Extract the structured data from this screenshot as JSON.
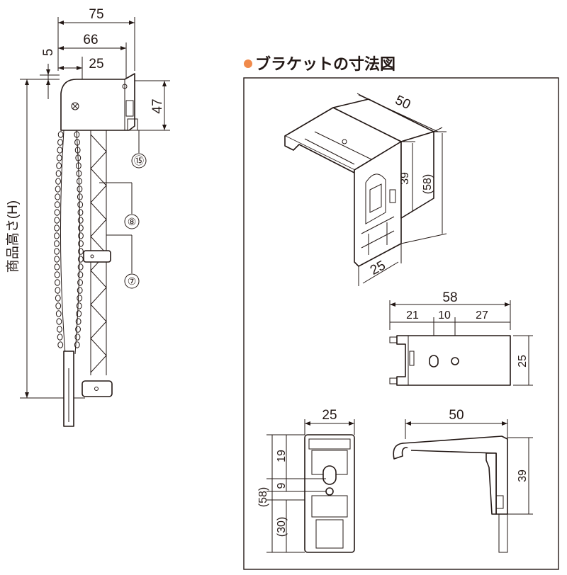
{
  "section_title": "ブラケットの寸法図",
  "accent_color": "#f08a4b",
  "left_view": {
    "dims": {
      "width_75": "75",
      "width_66": "66",
      "width_25": "25",
      "offset_5": "5",
      "height_47": "47",
      "height_label": "商品高さ(H)"
    },
    "callouts": [
      "⑮",
      "⑧",
      "⑦"
    ]
  },
  "bracket_iso": {
    "d50": "50",
    "d39": "39",
    "d58": "(58)",
    "d25": "25"
  },
  "bracket_top": {
    "d58": "58",
    "d21": "21",
    "d10": "10",
    "d27": "27",
    "d25": "25"
  },
  "bracket_front": {
    "d25": "25",
    "d19": "19",
    "d9": "9",
    "d58": "(58)",
    "d30": "(30)"
  },
  "bracket_side": {
    "d50": "50",
    "d39": "39"
  }
}
